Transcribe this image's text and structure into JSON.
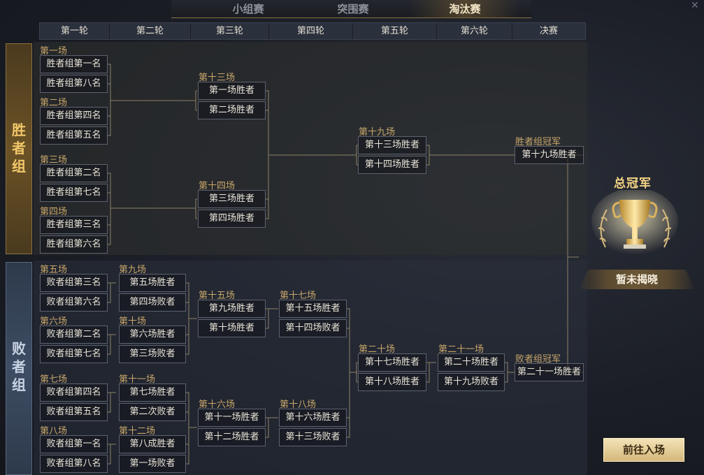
{
  "tabs": [
    {
      "label": "小组赛",
      "active": false
    },
    {
      "label": "突围赛",
      "active": false
    },
    {
      "label": "淘汰赛",
      "active": true
    }
  ],
  "rounds": [
    "第一轮",
    "第二轮",
    "第三轮",
    "第四轮",
    "第五轮",
    "第六轮",
    "决赛"
  ],
  "groups": {
    "winners": "胜者组",
    "losers": "败者组"
  },
  "matches": [
    {
      "label": "第一场",
      "slots": [
        "胜者组第一名",
        "胜者组第八名"
      ]
    },
    {
      "label": "第二场",
      "slots": [
        "胜者组第四名",
        "胜者组第五名"
      ]
    },
    {
      "label": "第三场",
      "slots": [
        "胜者组第二名",
        "胜者组第七名"
      ]
    },
    {
      "label": "第四场",
      "slots": [
        "胜者组第三名",
        "胜者组第六名"
      ]
    },
    {
      "label": "第十三场",
      "slots": [
        "第一场胜者",
        "第二场胜者"
      ]
    },
    {
      "label": "第十四场",
      "slots": [
        "第三场胜者",
        "第四场胜者"
      ]
    },
    {
      "label": "第十九场",
      "slots": [
        "第十三场胜者",
        "第十四场胜者"
      ]
    },
    {
      "label": "胜者组冠军",
      "slots": [
        "第十九场胜者"
      ]
    },
    {
      "label": "第五场",
      "slots": [
        "败者组第三名",
        "败者组第六名"
      ]
    },
    {
      "label": "第六场",
      "slots": [
        "败者组第二名",
        "败者组第七名"
      ]
    },
    {
      "label": "第七场",
      "slots": [
        "败者组第四名",
        "败者组第五名"
      ]
    },
    {
      "label": "第八场",
      "slots": [
        "败者组第一名",
        "败者组第八名"
      ]
    },
    {
      "label": "第九场",
      "slots": [
        "第五场胜者",
        "第四场败者"
      ]
    },
    {
      "label": "第十场",
      "slots": [
        "第六场胜者",
        "第三场败者"
      ]
    },
    {
      "label": "第十一场",
      "slots": [
        "第七场胜者",
        "第二次败者"
      ]
    },
    {
      "label": "第十二场",
      "slots": [
        "第八成胜者",
        "第一场败者"
      ]
    },
    {
      "label": "第十五场",
      "slots": [
        "第九场胜者",
        "第十场胜者"
      ]
    },
    {
      "label": "第十六场",
      "slots": [
        "第十一场胜者",
        "第十二场胜者"
      ]
    },
    {
      "label": "第十七场",
      "slots": [
        "第十五场胜者",
        "第十四场败者"
      ]
    },
    {
      "label": "第十八场",
      "slots": [
        "第十六场胜者",
        "第十三场败者"
      ]
    },
    {
      "label": "第二十场",
      "slots": [
        "第十七场胜者",
        "第十八场胜者"
      ]
    },
    {
      "label": "第二十一场",
      "slots": [
        "第二十场胜者",
        "第十九场败者"
      ]
    },
    {
      "label": "败者组冠军",
      "slots": [
        "第二十一场胜者"
      ]
    }
  ],
  "champion": {
    "title": "总冠军",
    "status": "暂未揭晓"
  },
  "enter_button": "前往入场",
  "colors": {
    "gold": "#c8a66a",
    "winners_band": "#6b5226",
    "losers_band": "#3e4d63"
  }
}
